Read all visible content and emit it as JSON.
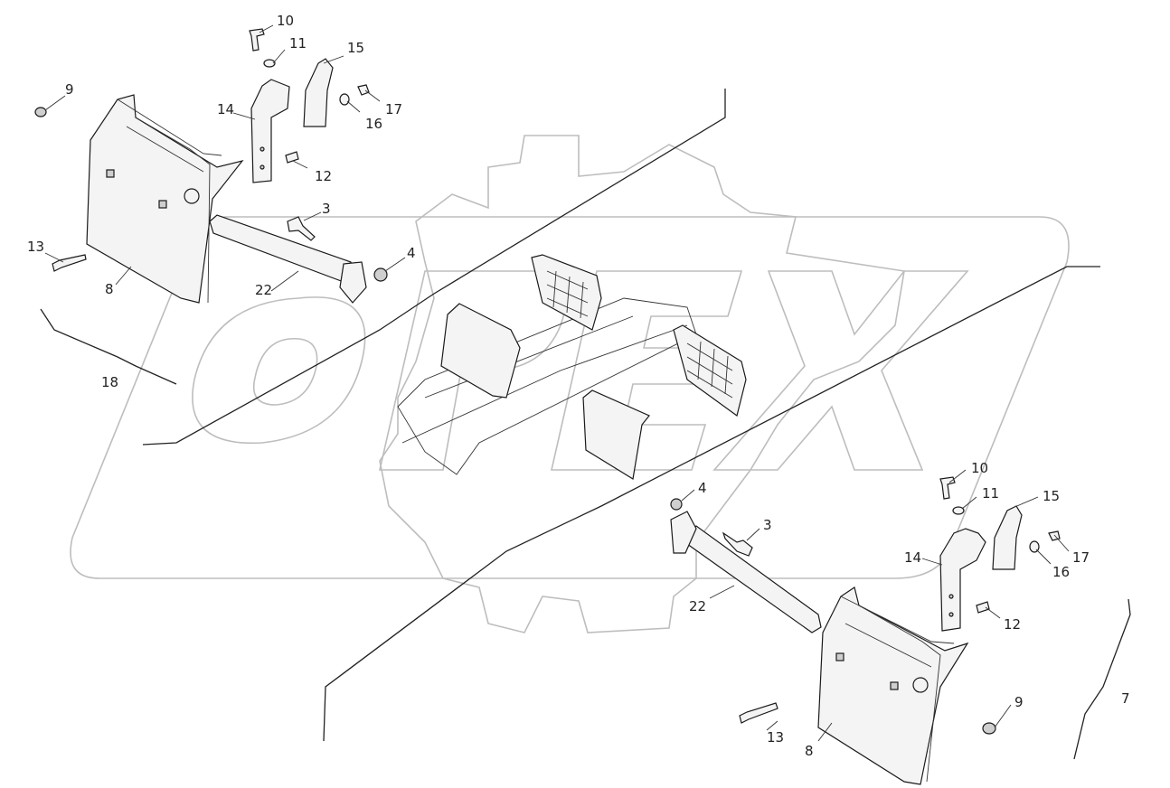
{
  "corner_mark": "",
  "watermark": {
    "color": "#bdbdbd"
  },
  "labels": [
    {
      "id": "l10a",
      "text": "10"
    },
    {
      "id": "l11a",
      "text": "11"
    },
    {
      "id": "l15a",
      "text": "15"
    },
    {
      "id": "l9a",
      "text": "9"
    },
    {
      "id": "l14a",
      "text": "14"
    },
    {
      "id": "l16a",
      "text": "16"
    },
    {
      "id": "l17a",
      "text": "17"
    },
    {
      "id": "l12a",
      "text": "12"
    },
    {
      "id": "l3a",
      "text": "3"
    },
    {
      "id": "l4a",
      "text": "4"
    },
    {
      "id": "l13a",
      "text": "13"
    },
    {
      "id": "l8a",
      "text": "8"
    },
    {
      "id": "l22a",
      "text": "22"
    },
    {
      "id": "l18a",
      "text": "18"
    },
    {
      "id": "l10b",
      "text": "10"
    },
    {
      "id": "l11b",
      "text": "11"
    },
    {
      "id": "l15b",
      "text": "15"
    },
    {
      "id": "l4b",
      "text": "4"
    },
    {
      "id": "l3b",
      "text": "3"
    },
    {
      "id": "l14b",
      "text": "14"
    },
    {
      "id": "l17b",
      "text": "17"
    },
    {
      "id": "l16b",
      "text": "16"
    },
    {
      "id": "l22b",
      "text": "22"
    },
    {
      "id": "l12b",
      "text": "12"
    },
    {
      "id": "l7b",
      "text": "7"
    },
    {
      "id": "l9b",
      "text": "9"
    },
    {
      "id": "l13b",
      "text": "13"
    },
    {
      "id": "l8b",
      "text": "8"
    }
  ]
}
